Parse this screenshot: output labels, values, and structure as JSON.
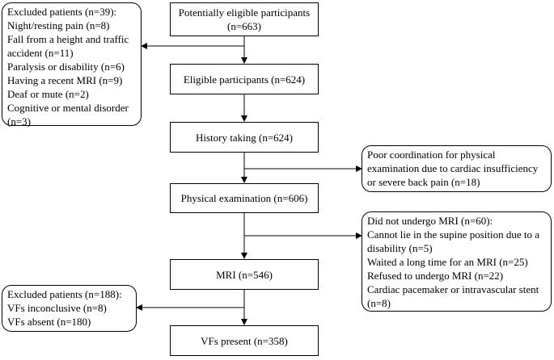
{
  "main_boxes": [
    {
      "id": "potentially-eligible",
      "lines": [
        "Potentially eligible participants",
        "(n=663)"
      ]
    },
    {
      "id": "eligible",
      "lines": [
        "Eligible participants (n=624)"
      ]
    },
    {
      "id": "history",
      "lines": [
        "History taking (n=624)"
      ]
    },
    {
      "id": "physical",
      "lines": [
        "Physical examination (n=606)"
      ]
    },
    {
      "id": "mri",
      "lines": [
        "MRI (n=546)"
      ]
    },
    {
      "id": "vfs-present",
      "lines": [
        "VFs  present (n=358)"
      ]
    }
  ],
  "side_boxes": [
    {
      "id": "excluded-1",
      "lines": [
        "Excluded patients (n=39):",
        "Night/resting pain (n=8)",
        "Fall from a height and traffic",
        "accident (n=11)",
        "Paralysis or disability (n=6)",
        "Having a recent MRI (n=9)",
        "Deaf or mute (n=2)",
        "Cognitive or mental disorder",
        "(n=3)"
      ]
    },
    {
      "id": "poor-coordination",
      "lines": [
        "Poor coordination for physical",
        "examination due to cardiac insufficiency",
        "or severe back pain (n=18)"
      ]
    },
    {
      "id": "no-mri",
      "lines": [
        "Did not undergo MRI (n=60):",
        "Cannot lie in the supine position due to a",
        "disability (n=5)",
        "Waited a long time for an MRI (n=25)",
        "Refused to undergo MRI (n=22)",
        "Cardiac pacemaker or intravascular stent",
        "(n=8)"
      ]
    },
    {
      "id": "excluded-2",
      "lines": [
        "Excluded patients (n=188):",
        "VFs inconclusive (n=8)",
        "VFs  absent (n=180)"
      ]
    }
  ]
}
